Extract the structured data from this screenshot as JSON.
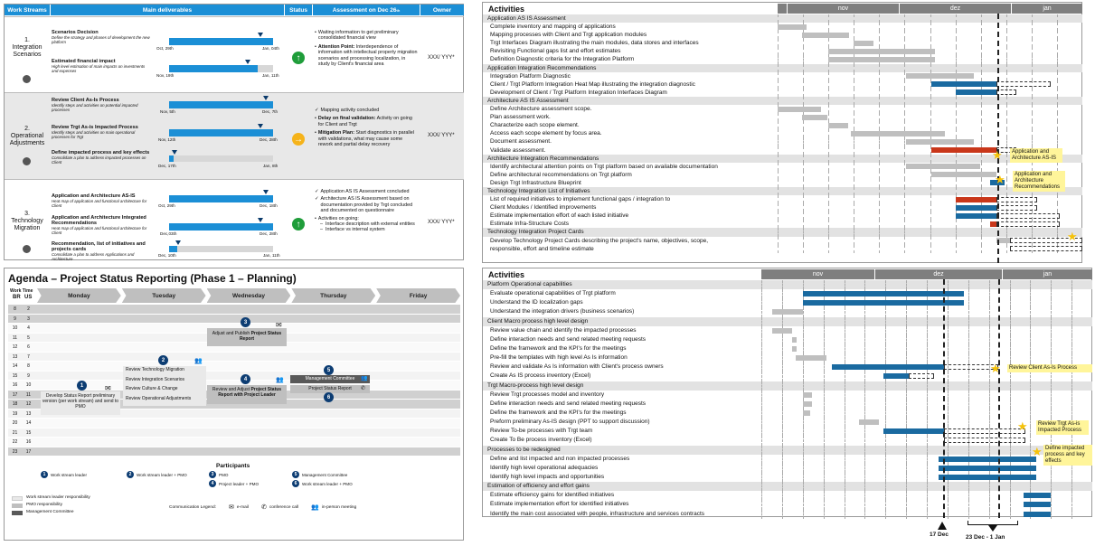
{
  "workstreams": {
    "headers": {
      "ws": "Work Streams",
      "deliv": "Main deliverables",
      "status": "Status",
      "assess": "Assessment on Dec 26",
      "assess_sup": "th",
      "owner": "Owner"
    },
    "rows": [
      {
        "num": "1.",
        "name": "Integration Scenarios",
        "status": "green",
        "owner": "XXX/ YYY*",
        "deliverables": [
          {
            "title": "Scenarios Decision",
            "desc": "Define the strategy and phases of development the new platform",
            "start": "Oct, 29th",
            "end": "Jan, 04th",
            "progress": 1.0
          },
          {
            "title": "Estimated financial impact",
            "desc": "High level estimation of main impacts on investments and expenses",
            "start": "Nov, 19th",
            "end": "Jan, 11th",
            "progress": 0.9
          }
        ],
        "assessment": [
          {
            "text": "Waiting information to get preliminary consolidated financial view"
          },
          {
            "bold": "Attention Point:",
            "text": " Interdependence of information with intellectual property migration scenarios and processing localization, in study by Client's financial area"
          }
        ]
      },
      {
        "num": "2.",
        "name": "Operational Adjustments",
        "status": "yellow",
        "owner": "XXX/ YYY*",
        "deliverables": [
          {
            "title": "Review Client As-Is Process",
            "desc": "Identify steps and activities on potential impacted processes",
            "start": "Nov, 5th",
            "end": "Dec, 7th",
            "progress": 1.0
          },
          {
            "title": "Review Trgt As-is Impacted Process",
            "desc": "Identify steps and activities on main operational processes for Trgt",
            "start": "Nov, 12th",
            "end": "Dec, 28th",
            "progress": 1.0
          },
          {
            "title": "Define impacted process and key effects",
            "desc": "Consolidate a plan to address impacted processes on Client",
            "start": "Dec, 17th",
            "end": "Jan, 8th",
            "progress": 0.05
          }
        ],
        "assessment": [
          {
            "check": "✓",
            "text": "Mapping activity concluded"
          },
          {
            "bold": "Delay on final validation:",
            "text": " Activity on going for Client and Trgt"
          },
          {
            "bold": "Mitigation Plan:",
            "text": " Start diagnostics in parallel with validations, what may cause some rework and partial delay recovery"
          }
        ]
      },
      {
        "num": "3.",
        "name": "Technology Migration",
        "status": "green",
        "owner": "XXX/ YYY*",
        "deliverables": [
          {
            "title": "Application and Architecture AS-IS",
            "desc": "Heat map of application and functional architecture for Client",
            "start": "Oct, 29th",
            "end": "Dec, 18th",
            "progress": 1.0
          },
          {
            "title": "Application and Architecture Integrated Recommendations",
            "desc": "Heat map of application and functional architecture for Client",
            "start": "Dec,03th",
            "end": "Dec, 28th",
            "progress": 1.0
          },
          {
            "title": "Recommendation, list of initiatives and projects cards",
            "desc": "Consolidate a plan to address Applications and Architecture",
            "start": "Dec, 10th",
            "end": "Jan, 11th",
            "progress": 0.1
          }
        ],
        "assessment": [
          {
            "check": "✓",
            "text": "Application AS IS Assessment concluded"
          },
          {
            "check": "✓",
            "text": "Architecture AS IS Assessment based on documentation provided by Trgt concluded and documented on questionnaire"
          },
          {
            "text": "Activities on going:"
          },
          {
            "dash": "–",
            "text": "Interface description with external entities"
          },
          {
            "dash": "–",
            "text": "Interface vs internal system"
          }
        ]
      }
    ]
  },
  "agenda": {
    "title": "Agenda – Project Status Reporting (Phase 1 – Planning)",
    "worktime": "Work Time",
    "col_br": "BR",
    "col_us": "US",
    "days": [
      "Monday",
      "Tuesday",
      "Wednesday",
      "Thursday",
      "Friday"
    ],
    "hours": [
      [
        "8",
        "2"
      ],
      [
        "9",
        "3"
      ],
      [
        "10",
        "4"
      ],
      [
        "11",
        "5"
      ],
      [
        "12",
        "6"
      ],
      [
        "13",
        "7"
      ],
      [
        "14",
        "8"
      ],
      [
        "15",
        "9"
      ],
      [
        "16",
        "10"
      ],
      [
        "17",
        "11"
      ],
      [
        "18",
        "12"
      ],
      [
        "19",
        "13"
      ],
      [
        "20",
        "14"
      ],
      [
        "21",
        "15"
      ],
      [
        "22",
        "16"
      ],
      [
        "23",
        "17"
      ]
    ],
    "monday_text": "Develop Status Report preliminary version (per work stream) and send to PMO",
    "tuesday_items": [
      "Review Technology Migration",
      "Review Integration Scenarios",
      "Review Culture & Change",
      "Review Operational Adjustments"
    ],
    "wed_top": "Adjust and Publish ",
    "wed_top_bold": "Project Status Report",
    "wed_mid": "Review and Adjust ",
    "wed_mid_bold": "Project Status Report with Project Leader",
    "thu_top": "Management Committee",
    "thu_bottom": "Project Status Report",
    "participants_title": "Participants",
    "participants": [
      "Work stream leader",
      "Work stream leader + PMO",
      "PMO",
      "Project leader + PMO",
      "Management Committee",
      "Work stream leader + PMO"
    ],
    "legend": [
      "Work stream leader responsibility",
      "PMO responsibility",
      "Management Committee"
    ],
    "comm_legend": "Communication  Legend:",
    "comm_items": [
      "e-mail",
      "conference call",
      "in-person meeting"
    ],
    "circles": [
      "1",
      "2",
      "3",
      "4",
      "5",
      "6"
    ]
  },
  "gantt_top": {
    "title": "Activities",
    "months": [
      "nov",
      "dez",
      "jan"
    ],
    "rows": [
      {
        "type": "sec",
        "text": "Application AS IS Assessment"
      },
      {
        "type": "task",
        "text": "Complete inventory and mapping of applications"
      },
      {
        "type": "task",
        "text": "Mapping processes with Client and Trgt application modules"
      },
      {
        "type": "task",
        "text": "Trgt Interfaces Diagram illustrating the main modules, data stores and interfaces"
      },
      {
        "type": "task",
        "text": "Revisiting  Functional  gaps list and effort estimates"
      },
      {
        "type": "task",
        "text": "Definition  Diagnostic  criteria for the Integration Platform"
      },
      {
        "type": "sec",
        "text": "Application Integration Recommendations"
      },
      {
        "type": "task",
        "text": "Integration Platform Diagnostic"
      },
      {
        "type": "task",
        "text": "Client / Trgt Platform Integration Heat Map illustrating  the integration diagnostic"
      },
      {
        "type": "task",
        "text": "Development  of Client / Trgt Platform Integration Interfaces Diagram"
      },
      {
        "type": "sec",
        "text": "Architecture AS IS Assessment"
      },
      {
        "type": "task",
        "text": "Define Architecture  assessment  scope."
      },
      {
        "type": "task",
        "text": "Plan assessment work."
      },
      {
        "type": "task",
        "text": "Characterize each scope element."
      },
      {
        "type": "task",
        "text": "Access each scope element by focus area."
      },
      {
        "type": "task",
        "text": "Document assessment."
      },
      {
        "type": "task",
        "text": "Validate assessment."
      },
      {
        "type": "sec",
        "text": "Architecture Integration Recommendations"
      },
      {
        "type": "task",
        "text": "Identify architectural attention points on Trgt platform based on available documentation"
      },
      {
        "type": "task",
        "text": "Define architectural recommendations  on Trgt platform"
      },
      {
        "type": "task",
        "text": "Design Trgt Infrastructure Blueprint"
      },
      {
        "type": "sec",
        "text": "Technology   Integration  List of Initiatives"
      },
      {
        "type": "task",
        "text": "List of required initiatives  to implement  functional gaps / integration  to"
      },
      {
        "type": "task",
        "text": "Client Modules / Identified improvements"
      },
      {
        "type": "task",
        "text": "Estimate implementation  effort of each listed initiative"
      },
      {
        "type": "task",
        "text": "Estimate Infra-Structure  Costs"
      },
      {
        "type": "sec",
        "text": "Technology  Integration Project Cards"
      },
      {
        "type": "task",
        "text": "Develop Technology  Project Cards describing  the project's name, objectives,  scope,"
      },
      {
        "type": "task",
        "text": "responsible,  effort and timeline estimate"
      }
    ],
    "callouts": [
      "Application and Architecture AS-IS",
      "Application and Architecture Recommendations"
    ]
  },
  "gantt_bottom": {
    "title": "Activities",
    "months": [
      "nov",
      "dez",
      "jan"
    ],
    "rows": [
      {
        "type": "sec",
        "text": "Platform Operational capabilities"
      },
      {
        "type": "task",
        "text": "Evaluate  operational capabilities of Trgt platform"
      },
      {
        "type": "task",
        "text": "Understand  the ID localization gaps"
      },
      {
        "type": "task",
        "text": "Understand  the integration drivers (business scenarios)"
      },
      {
        "type": "sec",
        "text": "Client Macro process high level design"
      },
      {
        "type": "task",
        "text": "Review value chain and identify the impacted processes"
      },
      {
        "type": "task",
        "text": "Define interaction needs and send related meeting requests"
      },
      {
        "type": "task",
        "text": "Define the framework and the KPI's for the meetings"
      },
      {
        "type": "task",
        "text": "Pre-fill the templates with high level As Is information"
      },
      {
        "type": "task",
        "text": "Review and validate As Is information with Client's process owners"
      },
      {
        "type": "task",
        "text": "Create As IS process inventory  (Excel)"
      },
      {
        "type": "sec",
        "text": "Trgt Macro-process high level design"
      },
      {
        "type": "task",
        "text": "Review Trgt processes model and inventory"
      },
      {
        "type": "task",
        "text": "Define interaction needs and send related meeting requests"
      },
      {
        "type": "task",
        "text": "Define the framework and the KPI's for the meetings"
      },
      {
        "type": "task",
        "text": "Preform preliminary  As-IS design (PPT to support discussion)"
      },
      {
        "type": "task",
        "text": "Review To-be processes with Trgt team"
      },
      {
        "type": "task",
        "text": "Create To Be process inventory  (Excel)"
      },
      {
        "type": "sec",
        "text": "Processes to be redesigned"
      },
      {
        "type": "task",
        "text": "Define and list impacted and non impacted processes"
      },
      {
        "type": "task",
        "text": "Identify high level operational adequacies"
      },
      {
        "type": "task",
        "text": "Identify high level impacts and opportunities"
      },
      {
        "type": "sec",
        "text": "Estimation of efficiency and effort gains"
      },
      {
        "type": "task",
        "text": "Estimate efficiency gains for identified initiatives"
      },
      {
        "type": "task",
        "text": "Estimate implementation  effort for identified initiatives"
      },
      {
        "type": "task",
        "text": "Identify the main cost associated with people, infrastructure and services contracts"
      }
    ],
    "callouts": [
      "Review Client As-Is Process",
      "Review Trgt As-is Impacted Process",
      "Define impacted process and key effects"
    ],
    "marker_17": "17 Dec",
    "marker_range": "23 Dec - 1 Jan"
  }
}
